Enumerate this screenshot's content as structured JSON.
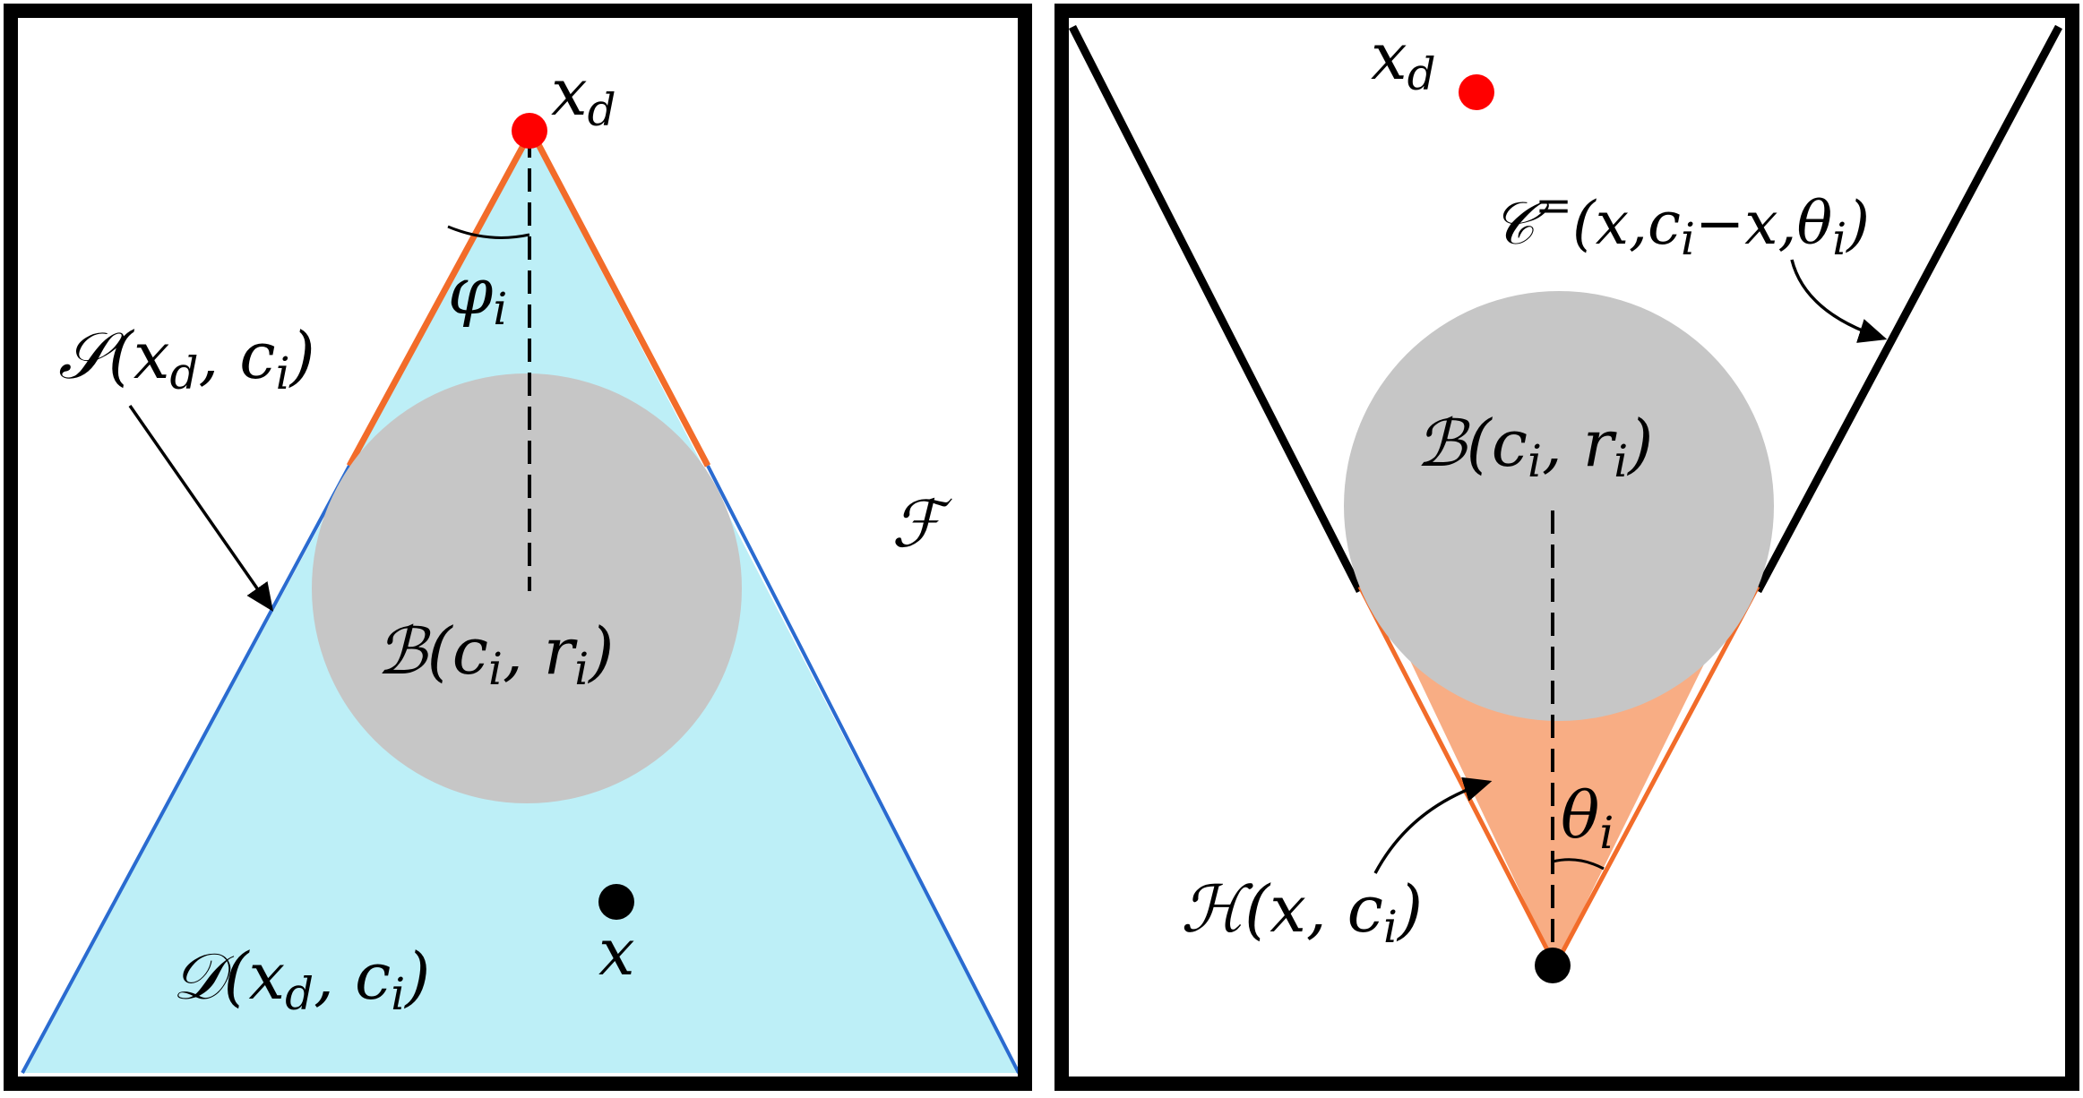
{
  "colors": {
    "frame": "#000000",
    "obstacle_disk": "#c6c6c6",
    "region_fill": "#bdeff7",
    "region_edge": "#2a6bd0",
    "cone_edge": "#f26c2a",
    "cone_fill": "#f8ad84",
    "goal_point": "#ff0000",
    "robot_point": "#000000"
  },
  "left_panel": {
    "goal_label": {
      "base": "x",
      "sub": "d"
    },
    "angle_label": {
      "base": "φ",
      "sub": "i"
    },
    "shadow_label": {
      "open": "𝒮(x",
      "sub1": "d",
      "mid": ", c",
      "sub2": "i",
      "close": ")"
    },
    "ball_label": {
      "open": "ℬ(c",
      "sub1": "i",
      "mid": ", r",
      "sub2": "i",
      "close": ")"
    },
    "free_space_label": "ℱ",
    "region_label": {
      "open": "𝒟(x",
      "sub1": "d",
      "mid": ", c",
      "sub2": "i",
      "close": ")"
    },
    "robot_label": "x"
  },
  "right_panel": {
    "goal_label": {
      "base": "x",
      "sub": "d"
    },
    "cone_label": {
      "open": "𝒞",
      "sup": "=",
      "mid1": "(x,c",
      "sub1": "i",
      "mid2": "−x,θ",
      "sub2": "i",
      "close": ")"
    },
    "ball_label": {
      "open": "ℬ(c",
      "sub1": "i",
      "mid": ", r",
      "sub2": "i",
      "close": ")"
    },
    "angle_label": {
      "base": "θ",
      "sub": "i"
    },
    "hull_label": {
      "open": "ℋ(x",
      "mid": ", c",
      "sub1": "i",
      "close": ")"
    }
  }
}
